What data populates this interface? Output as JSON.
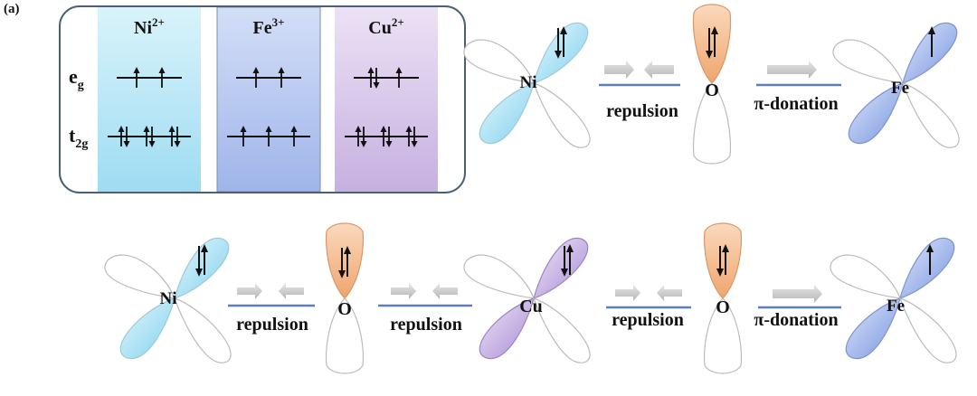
{
  "panel_label": "(a)",
  "box": {
    "ions": [
      {
        "base": "Ni",
        "charge": "2+",
        "fill": "#b3e6f5"
      },
      {
        "base": "Fe",
        "charge": "3+",
        "fill": "#b8c9f0"
      },
      {
        "base": "Cu",
        "charge": "2+",
        "fill": "#d9c6ea"
      }
    ],
    "row_eg": {
      "base": "e",
      "sub": "g"
    },
    "row_t2g": {
      "base": "t",
      "sub": "2g"
    },
    "eg_electrons": [
      [
        "up",
        "up"
      ],
      [
        "up",
        "up"
      ],
      [
        "updown",
        "up"
      ]
    ],
    "t2g_electrons": [
      [
        "updown",
        "updown",
        "updown"
      ],
      [
        "up",
        "up",
        "up"
      ],
      [
        "updown",
        "updown",
        "updown"
      ]
    ]
  },
  "top_chain": {
    "atoms": [
      "Ni",
      "O",
      "Fe"
    ],
    "labels": [
      "repulsion",
      "π-donation"
    ]
  },
  "bottom_chain": {
    "atoms": [
      "Ni",
      "O",
      "Cu",
      "O",
      "Fe"
    ],
    "labels": [
      "repulsion",
      "repulsion",
      "repulsion",
      "π-donation"
    ]
  },
  "colors": {
    "ni_lobe": "#b3e6f5",
    "fe_lobe": "#8fa9ea",
    "cu_lobe": "#c4aee0",
    "o_lobe": "#f5b98a",
    "box_border": "#4a5f78",
    "bond_line": "#5a7fbf",
    "arrow_gray": "#c8c8c8"
  }
}
